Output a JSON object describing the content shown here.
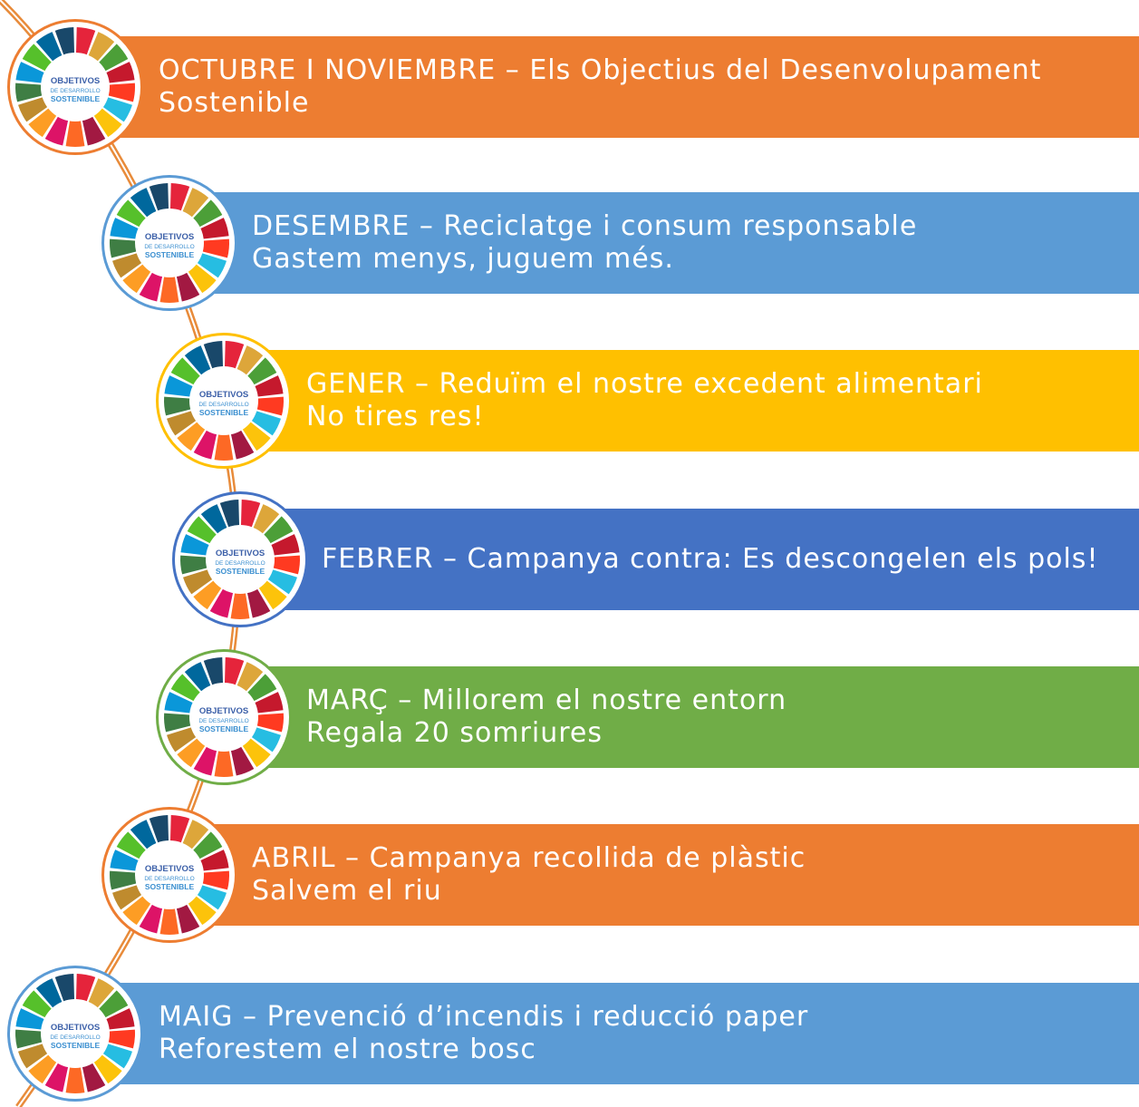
{
  "sdg_colors": [
    "#e5243b",
    "#dda63a",
    "#4c9f38",
    "#c5192d",
    "#ff3a21",
    "#26bde2",
    "#fcc30b",
    "#a21942",
    "#fd6925",
    "#dd1367",
    "#fd9d24",
    "#bf8b2e",
    "#3f7e44",
    "#0a97d9",
    "#56c02b",
    "#00689d",
    "#19486a"
  ],
  "logo": {
    "line1": "OBJETIVOS",
    "line2": "DE DESARROLLO",
    "line3": "SOSTENIBLE"
  },
  "items": [
    {
      "color": "#ed7d31",
      "title": "OCTUBRE I NOVIEMBRE – Els Objectius del Desenvolupament",
      "subtitle": "Sostenible"
    },
    {
      "color": "#5b9bd5",
      "title": "DESEMBRE – Reciclatge i consum responsable",
      "subtitle": "Gastem menys, juguem més."
    },
    {
      "color": "#ffc000",
      "title": "GENER – Reduïm el nostre excedent alimentari",
      "subtitle": "No tires res!"
    },
    {
      "color": "#4472c4",
      "title": "FEBRER – Campanya contra: Es descongelen els pols!",
      "subtitle": ""
    },
    {
      "color": "#70ad47",
      "title": "MARÇ – Millorem el nostre entorn",
      "subtitle": "Regala 20 somriures"
    },
    {
      "color": "#ed7d31",
      "title": "ABRIL – Campanya recollida de plàstic",
      "subtitle": "Salvem el riu"
    },
    {
      "color": "#5b9bd5",
      "title": "MAIG – Prevenció d’incendis i reducció paper",
      "subtitle": "Reforestem el nostre bosc"
    }
  ]
}
